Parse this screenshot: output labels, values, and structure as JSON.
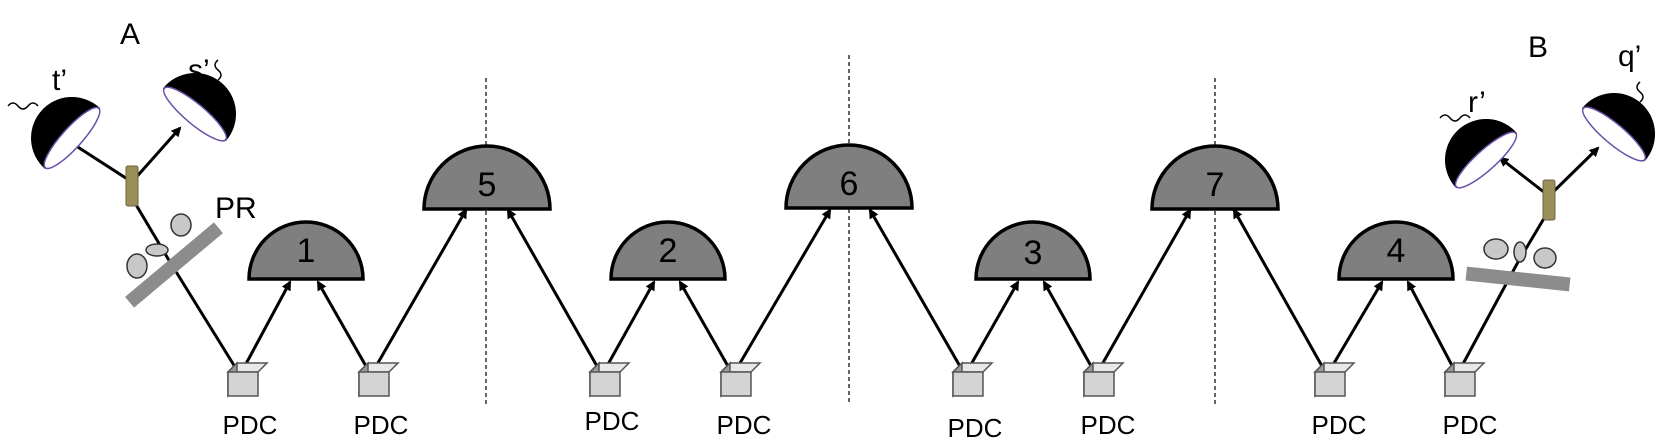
{
  "labels": {
    "node_a": "A",
    "node_b": "B",
    "pr": "PR",
    "t_prime": "t’",
    "s_prime": "s’",
    "r_prime": "r’",
    "q_prime": "q’"
  },
  "sources": [
    "PDC",
    "PDC",
    "PDC",
    "PDC",
    "PDC",
    "PDC",
    "PDC",
    "PDC"
  ],
  "measurements": [
    "1",
    "5",
    "2",
    "6",
    "3",
    "7",
    "4"
  ]
}
